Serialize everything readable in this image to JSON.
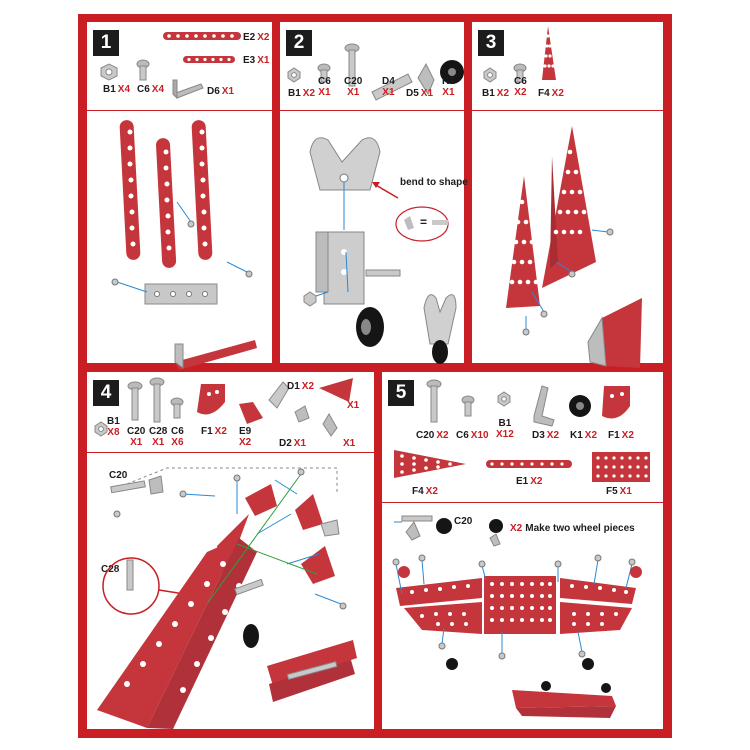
{
  "colors": {
    "frame_red": "#c81e24",
    "part_red": "#c4363b",
    "steel": "#b8b8b8",
    "text_dark": "#1c1c1c"
  },
  "steps": [
    {
      "number": "1",
      "parts": [
        {
          "code": "E2",
          "qty": "X2"
        },
        {
          "code": "E3",
          "qty": "X1"
        },
        {
          "code": "B1",
          "qty": "X4"
        },
        {
          "code": "C6",
          "qty": "X4"
        },
        {
          "code": "D6",
          "qty": "X1"
        }
      ]
    },
    {
      "number": "2",
      "parts": [
        {
          "code": "B1",
          "qty": "X2"
        },
        {
          "code": "C6",
          "qty": "X1"
        },
        {
          "code": "C20",
          "qty": "X1"
        },
        {
          "code": "D4",
          "qty": "X1"
        },
        {
          "code": "D5",
          "qty": "X1"
        },
        {
          "code": "K1",
          "qty": "X1"
        }
      ],
      "callout": "bend to shape",
      "equals": "="
    },
    {
      "number": "3",
      "parts": [
        {
          "code": "B1",
          "qty": "X2"
        },
        {
          "code": "C6",
          "qty": "X2"
        },
        {
          "code": "F4",
          "qty": "X2"
        }
      ]
    },
    {
      "number": "4",
      "parts": [
        {
          "code": "B1",
          "qty": "X8"
        },
        {
          "code": "C20",
          "qty": "X1"
        },
        {
          "code": "C28",
          "qty": "X1"
        },
        {
          "code": "C6",
          "qty": "X6"
        },
        {
          "code": "F1",
          "qty": "X2"
        },
        {
          "code": "E9",
          "qty": "X2"
        },
        {
          "code": "D1",
          "qty": "X2"
        },
        {
          "code": "X1",
          "qty": ""
        },
        {
          "code": "D2",
          "qty": "X1"
        },
        {
          "code": "X1",
          "qty": ""
        }
      ],
      "diagram_labels": {
        "c20": "C20",
        "c28": "C28"
      }
    },
    {
      "number": "5",
      "parts": [
        {
          "code": "C20",
          "qty": "X2"
        },
        {
          "code": "C6",
          "qty": "X10"
        },
        {
          "code": "B1",
          "qty": "X12"
        },
        {
          "code": "D3",
          "qty": "X2"
        },
        {
          "code": "K1",
          "qty": "X2"
        },
        {
          "code": "F1",
          "qty": "X2"
        },
        {
          "code": "F4",
          "qty": "X2"
        },
        {
          "code": "E1",
          "qty": "X2"
        },
        {
          "code": "F5",
          "qty": "X1"
        }
      ],
      "diagram_labels": {
        "c20": "C20"
      },
      "note": {
        "qty": "X2",
        "text": "Make two wheel pieces"
      }
    }
  ]
}
